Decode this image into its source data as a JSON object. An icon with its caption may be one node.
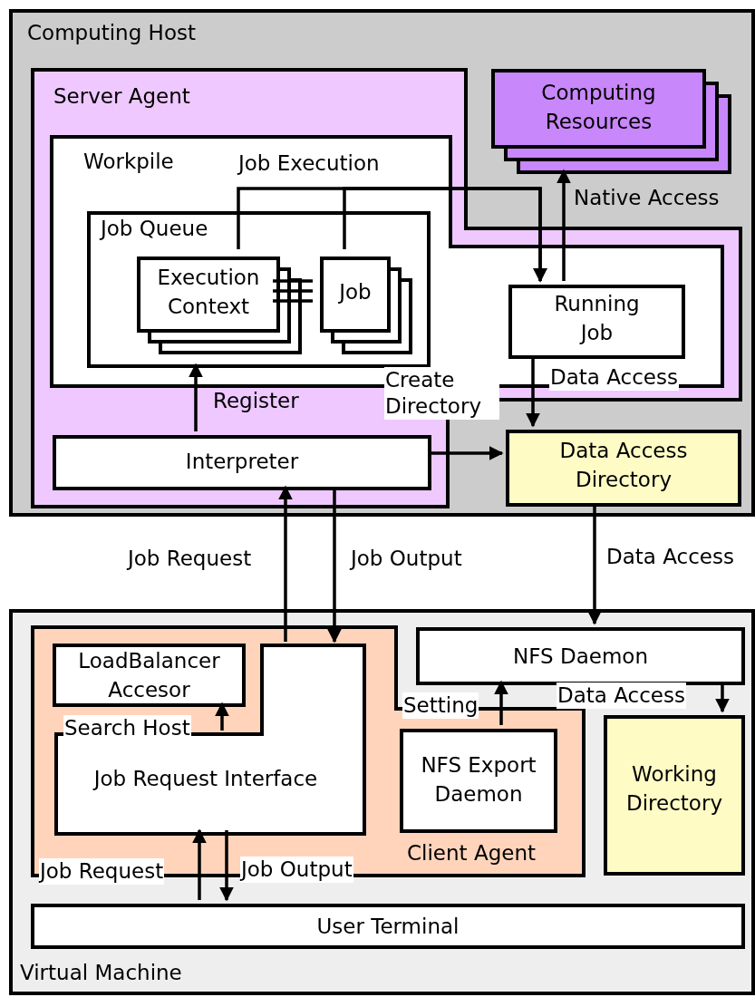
{
  "diagram": {
    "nodes": [
      {
        "text": [
          "Computing Host"
        ]
      },
      {
        "text": [
          "Server Agent"
        ],
        "in": 0
      },
      {
        "text": [
          "Computing Resources"
        ],
        "in": 0
      },
      {
        "text": [
          "Workpile"
        ],
        "in": 1
      },
      {
        "text": [
          "Job Queue"
        ],
        "in": 3
      },
      {
        "text": [
          "Execution Context"
        ],
        "in": 4
      },
      {
        "text": [
          "Job"
        ],
        "in": 4
      },
      {
        "text": [
          "Running Job"
        ],
        "in": 3
      },
      {
        "text": [
          "Interpreter"
        ],
        "in": 1
      },
      {
        "text": [
          "Data Access Directory"
        ],
        "in": 0
      },
      {
        "text": [
          "Virtual Machine"
        ]
      },
      {
        "text": [
          "Client Agent"
        ],
        "in": 10
      },
      {
        "text": [
          "LoadBalancer Accesor"
        ],
        "in": 11
      },
      {
        "text": [
          "Job Request Interface"
        ],
        "in": 11
      },
      {
        "text": [
          "NFS Export Daemon"
        ],
        "in": 11
      },
      {
        "text": [
          "NFS Daemon"
        ],
        "in": 10
      },
      {
        "text": [
          "Working Directory"
        ],
        "in": 10
      },
      {
        "text": [
          "User Terminal"
        ],
        "in": 10
      }
    ],
    "edges": [
      {
        "from": 5,
        "to": 7,
        "arrow": "to",
        "label": "Job Execution"
      },
      {
        "from": 6,
        "to": 7,
        "arrow": "to"
      },
      {
        "from": 5,
        "to": 6,
        "arrow": "none"
      },
      {
        "from": 7,
        "to": 2,
        "arrow": "to",
        "label": "Native Access"
      },
      {
        "from": 7,
        "to": 9,
        "arrow": "to",
        "label": "Data Access"
      },
      {
        "from": 8,
        "to": 4,
        "arrow": "to",
        "label": "Register"
      },
      {
        "from": 8,
        "to": 9,
        "arrow": "to",
        "label": "Create Directory"
      },
      {
        "from": 13,
        "to": 8,
        "arrow": "to",
        "label": "Job Request"
      },
      {
        "from": 8,
        "to": 13,
        "arrow": "to",
        "label": "Job Output"
      },
      {
        "from": 9,
        "to": 15,
        "arrow": "to",
        "label": "Data Access"
      },
      {
        "from": 14,
        "to": 15,
        "arrow": "to",
        "label": "Setting"
      },
      {
        "from": 15,
        "to": 16,
        "arrow": "to",
        "label": "Data Access"
      },
      {
        "from": 13,
        "to": 12,
        "arrow": "to",
        "label": "Search Host"
      },
      {
        "from": 17,
        "to": 13,
        "arrow": "to",
        "label": "Job Request"
      },
      {
        "from": 13,
        "to": 17,
        "arrow": "to",
        "label": "Job Output"
      }
    ]
  }
}
